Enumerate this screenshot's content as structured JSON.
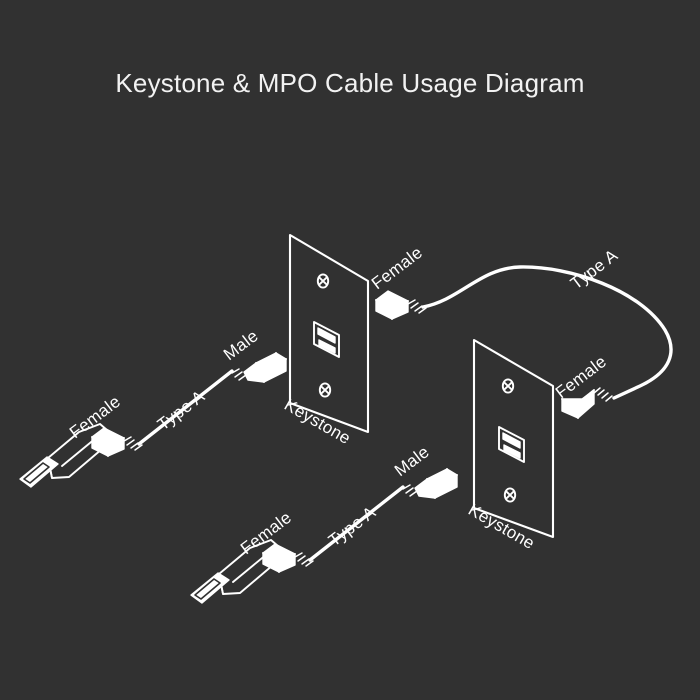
{
  "background_color": "#313131",
  "line_color": "#ffffff",
  "header": {
    "title": "Keystone & MPO Cable Usage Diagram"
  },
  "diagram": {
    "type": "isometric-line-art",
    "wall_plates": [
      {
        "id": "upper-keystone-plate",
        "label": "Keystone",
        "screws": 2,
        "port": "mpo-keystone-jack"
      },
      {
        "id": "lower-keystone-plate",
        "label": "Keystone",
        "screws": 2,
        "port": "mpo-keystone-jack"
      }
    ],
    "cable_assemblies": [
      {
        "id": "upper-left-adapter-cable",
        "plug_end": "usb-type-a-plug",
        "labels": {
          "near_connector": "Female",
          "cable": "Type A",
          "far_connector": "Male"
        }
      },
      {
        "id": "lower-left-adapter-cable",
        "plug_end": "usb-type-a-plug",
        "labels": {
          "near_connector": "Female",
          "cable": "Type A",
          "far_connector": "Male"
        }
      },
      {
        "id": "long-patch-cable",
        "labels": {
          "left_connector": "Female",
          "cable": "Type A",
          "right_connector": "Female"
        }
      }
    ],
    "labels": {
      "female": "Female",
      "male": "Male",
      "type_a": "Type A",
      "keystone": "Keystone"
    }
  }
}
